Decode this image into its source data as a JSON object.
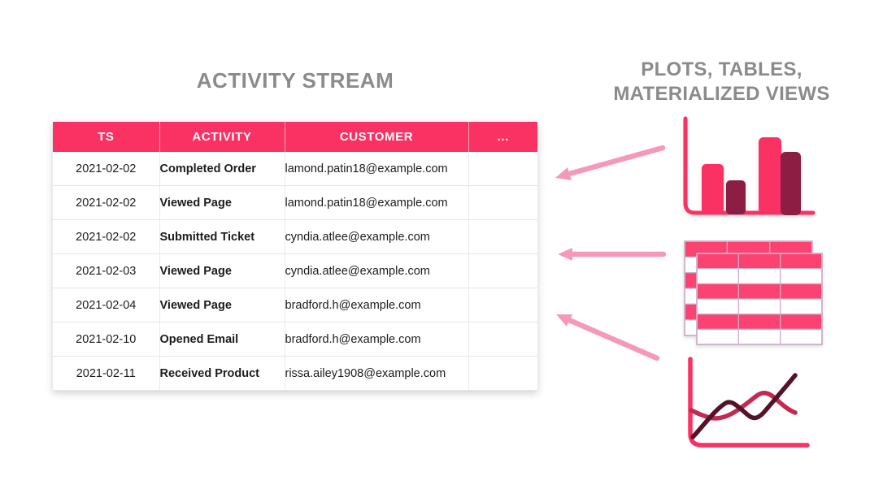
{
  "titles": {
    "activity_stream": "ACTIVITY STREAM",
    "right_line1": "PLOTS, TABLES,",
    "right_line2": "MATERIALIZED VIEWS"
  },
  "table": {
    "columns": [
      "TS",
      "ACTIVITY",
      "CUSTOMER",
      "..."
    ],
    "rows": [
      {
        "ts": "2021-02-02",
        "activity": "Completed Order",
        "customer": "lamond.patin18@example.com",
        "more": ""
      },
      {
        "ts": "2021-02-02",
        "activity": "Viewed Page",
        "customer": "lamond.patin18@example.com",
        "more": ""
      },
      {
        "ts": "2021-02-02",
        "activity": "Submitted Ticket",
        "customer": "cyndia.atlee@example.com",
        "more": ""
      },
      {
        "ts": "2021-02-03",
        "activity": "Viewed Page",
        "customer": "cyndia.atlee@example.com",
        "more": ""
      },
      {
        "ts": "2021-02-04",
        "activity": "Viewed Page",
        "customer": "bradford.h@example.com",
        "more": ""
      },
      {
        "ts": "2021-02-10",
        "activity": "Opened Email",
        "customer": "bradford.h@example.com",
        "more": ""
      },
      {
        "ts": "2021-02-11",
        "activity": "Received Product",
        "customer": "rissa.ailey1908@example.com",
        "more": ""
      }
    ]
  },
  "icons": {
    "bar_chart": "bar-chart-icon",
    "stacked_tables": "stacked-tables-icon",
    "line_chart": "line-chart-icon",
    "arrows": [
      "flow-arrow-top",
      "flow-arrow-middle",
      "flow-arrow-bottom"
    ]
  },
  "colors": {
    "accent_pink": "#fa3263",
    "table_pink": "#fb4270",
    "dark_maroon": "#8c1d43",
    "line_crimson": "#c22a52",
    "line_dark": "#551329",
    "arrow_pink": "#f49ab8",
    "title_gray": "#8c8b8b",
    "mini_table_border": "#c9aeca",
    "row_divider": "#e6e6e6",
    "header_text": "#ffffff"
  }
}
